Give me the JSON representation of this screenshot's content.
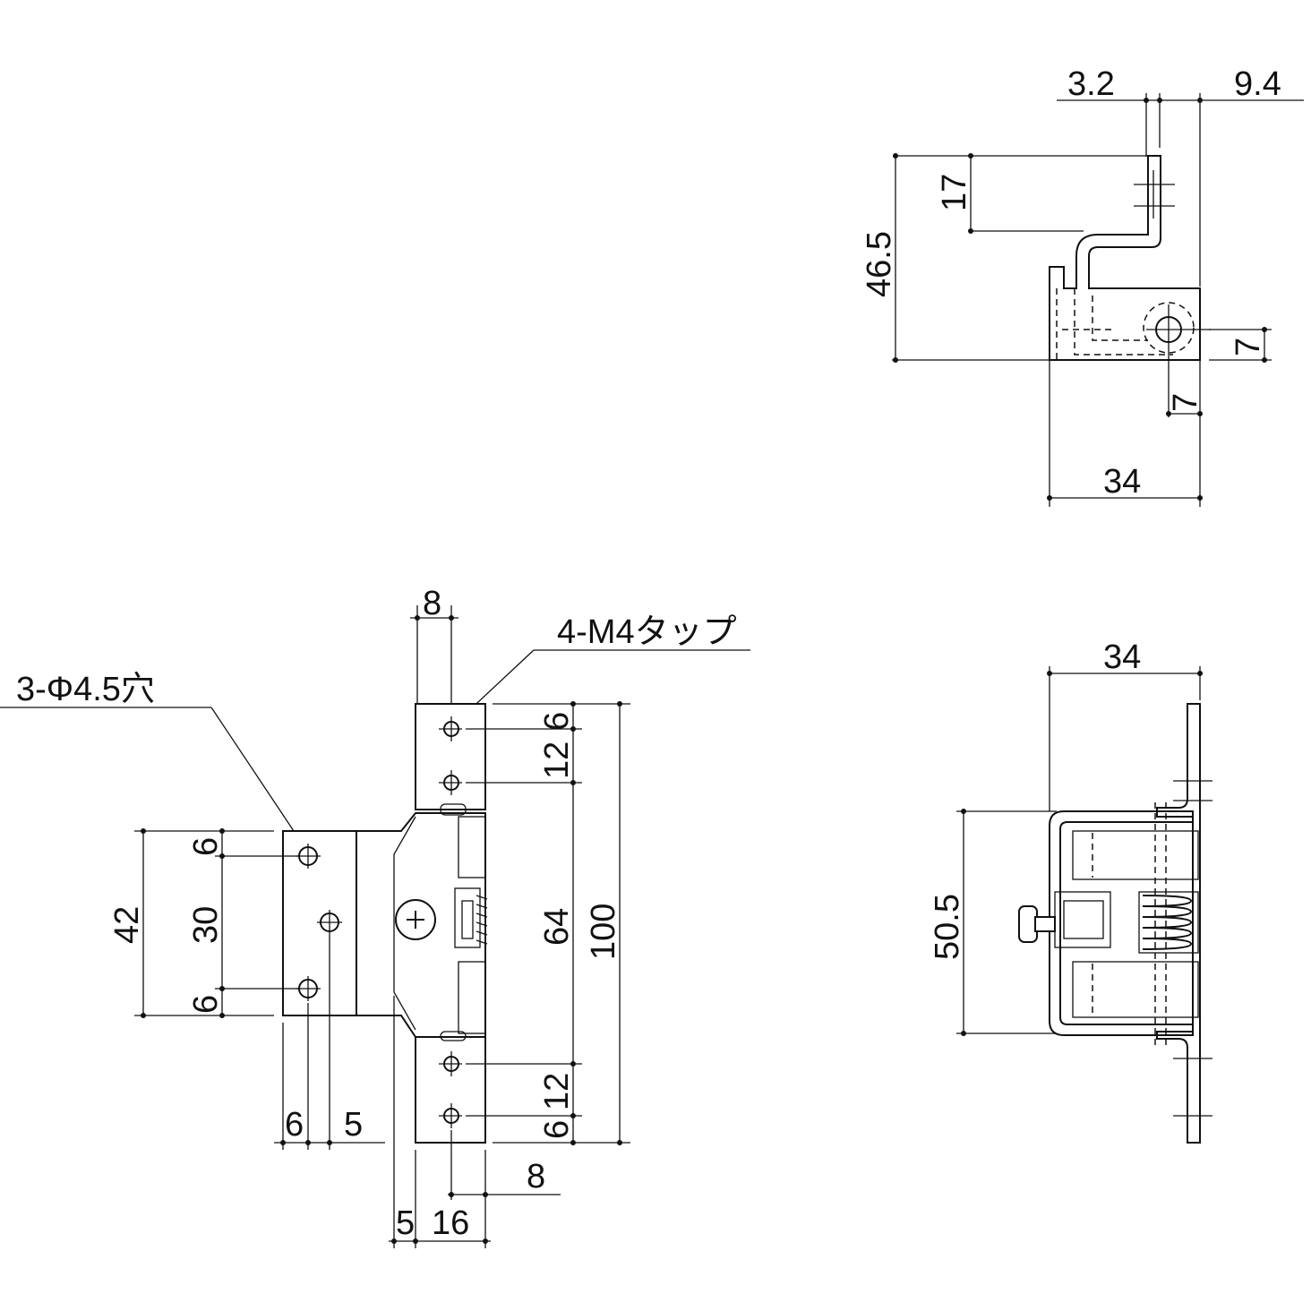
{
  "top_view": {
    "dims": {
      "d1": "3.2",
      "d2": "9.4",
      "d3": "17",
      "d4": "46.5",
      "d5": "7",
      "d6": "7",
      "d7": "34"
    }
  },
  "front_view": {
    "callout_tap": "4-M4タップ",
    "callout_hole": "3-Φ4.5穴",
    "dims": {
      "top_width": "8",
      "right_12": "12",
      "right_6": "6",
      "right_64": "64",
      "right_100": "100",
      "right_12b": "12",
      "right_6b": "6",
      "left_6a": "6",
      "left_30": "30",
      "left_6b": "6",
      "left_42": "42",
      "bottom_6": "6",
      "bottom_5": "5",
      "bottom_8": "8",
      "bottom_5b": "5",
      "bottom_16": "16"
    }
  },
  "side_view": {
    "dims": {
      "width": "34",
      "height": "50.5"
    }
  }
}
